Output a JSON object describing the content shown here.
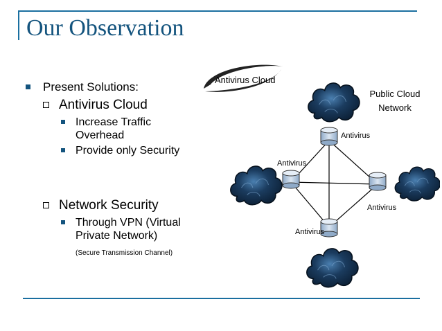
{
  "slide": {
    "title": "Our Observation",
    "bullets": {
      "present_solutions": "Present Solutions:",
      "antivirus_cloud": "Antivirus Cloud",
      "increase_traffic_1": "Increase Traffic",
      "increase_traffic_2": "Overhead",
      "security_only": "Provide only Security",
      "network_security": "Network Security",
      "vpn_1": "Through VPN (Virtual",
      "vpn_2": "Private Network)",
      "secure_note": "(Secure Transmission Channel)"
    }
  },
  "diagram": {
    "antivirus_cloud_label": "Antivirus Cloud",
    "public_cloud_1": "Public Cloud",
    "public_cloud_2": "Network",
    "node_label": "Antivirus",
    "colors": {
      "accent": "#14547e",
      "cloud_dark": "#0b1e33",
      "cloud_light": "#4a7fb0",
      "node": "#b8cde3"
    }
  }
}
